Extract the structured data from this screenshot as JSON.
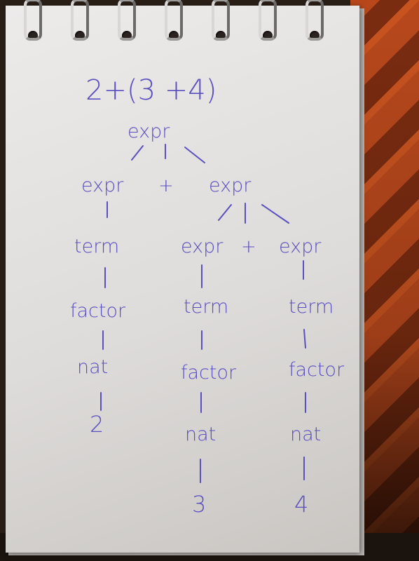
{
  "notebook": {
    "expression": "2+(3 +4)",
    "nodes": {
      "root": "expr",
      "left_expr": "expr",
      "plus_top": "+",
      "right_expr": "expr",
      "left_term": "term",
      "left_factor": "factor",
      "left_nat": "nat",
      "left_value": "2",
      "mid_expr": "expr",
      "plus_inner": "+",
      "right_inner_expr": "expr",
      "mid_term": "term",
      "mid_factor": "factor",
      "mid_nat": "nat",
      "mid_value": "3",
      "right_term": "term",
      "right_factor": "factor",
      "right_nat": "nat",
      "right_value": "4"
    },
    "colors": {
      "ink": "#5a4fc0",
      "paper": "#e8e7e5",
      "background_fabric": "#b8481c"
    }
  }
}
